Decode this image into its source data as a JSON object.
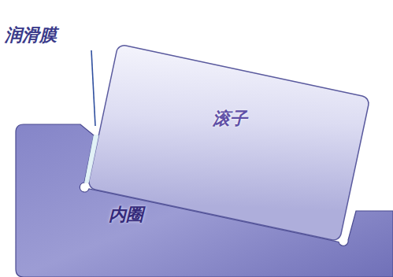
{
  "diagram": {
    "nodes": [
      {
        "text": [
          "滚子"
        ]
      },
      {
        "text": [
          "内圈"
        ]
      }
    ],
    "labels": [
      "润滑膜"
    ]
  }
}
